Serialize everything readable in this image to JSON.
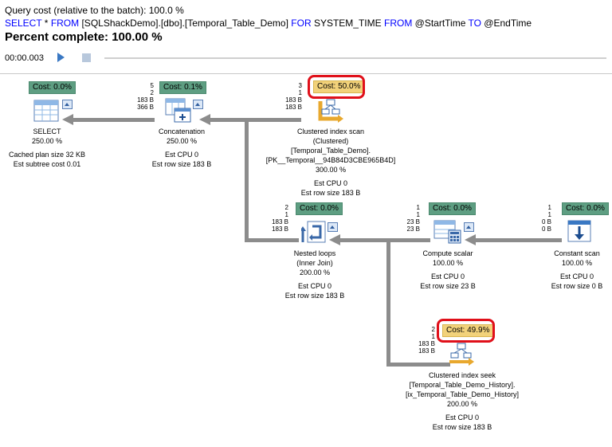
{
  "header": {
    "query_cost": "Query cost (relative to the batch):  100.0 %",
    "sql_parts": [
      "SELECT",
      " * ",
      "FROM",
      " [SQLShackDemo].[dbo].[Temporal_Table_Demo] ",
      "FOR",
      " SYSTEM_TIME ",
      "FROM",
      " @StartTime ",
      "TO",
      " @EndTime"
    ],
    "percent_complete": "Percent complete:  100.00 %",
    "elapsed": "00:00.003"
  },
  "nodes": {
    "select": {
      "cost": "Cost: 0.0%",
      "lines": [
        "SELECT",
        "250.00 %",
        "",
        "Cached plan size  32 KB",
        "Est subtree cost  0.01"
      ]
    },
    "concat": {
      "cost": "Cost: 0.1%",
      "rows": [
        "5",
        "2",
        "183 B",
        "366 B"
      ],
      "lines": [
        "Concatenation",
        "250.00 %",
        "",
        "Est CPU  0",
        "Est row size  183 B"
      ]
    },
    "cis": {
      "cost": "Cost: 50.0%",
      "rows": [
        "3",
        "1",
        "183 B",
        "183 B"
      ],
      "lines": [
        "Clustered index scan",
        "(Clustered)",
        "[Temporal_Table_Demo].",
        "[PK__Temporal__94B84D3CBE965B4D]",
        "300.00 %",
        "",
        "Est CPU  0",
        "Est row size  183 B"
      ]
    },
    "nested": {
      "cost": "Cost: 0.0%",
      "rows": [
        "2",
        "1",
        "183 B",
        "183 B"
      ],
      "lines": [
        "Nested loops",
        "(Inner Join)",
        "200.00 %",
        "",
        "Est CPU  0",
        "Est row size  183 B"
      ]
    },
    "compute": {
      "cost": "Cost: 0.0%",
      "rows": [
        "1",
        "1",
        "23 B",
        "23 B"
      ],
      "lines": [
        "Compute scalar",
        "100.00 %",
        "",
        "Est CPU  0",
        "Est row size  23 B"
      ]
    },
    "constant": {
      "cost": "Cost: 0.0%",
      "rows": [
        "1",
        "1",
        "0 B",
        "0 B"
      ],
      "lines": [
        "Constant scan",
        "100.00 %",
        "",
        "Est CPU  0",
        "Est row size  0 B"
      ]
    },
    "seek": {
      "cost": "Cost: 49.9%",
      "rows": [
        "2",
        "1",
        "183 B",
        "183 B"
      ],
      "lines": [
        "Clustered index seek",
        "[Temporal_Table_Demo_History].",
        "[ix_Temporal_Table_Demo_History]",
        "200.00 %",
        "",
        "Est CPU  0",
        "Est row size  183 B"
      ]
    }
  },
  "colors": {
    "cost_normal": "#5e9e82",
    "cost_high": "#f2d27a",
    "highlight_ring": "#e0101a",
    "keyword": "#0000ff"
  }
}
